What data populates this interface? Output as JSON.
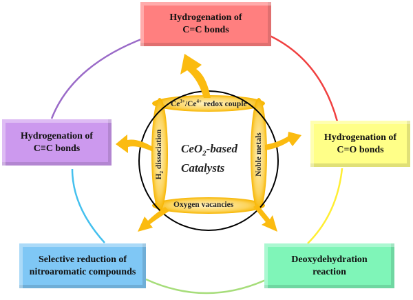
{
  "diagram": {
    "center": {
      "title_line1_prefix": "CeO",
      "title_line1_sub": "2",
      "title_line1_suffix": "-based",
      "title_line2": "Catalysts"
    },
    "inner_features": {
      "top_prefix": "Ce",
      "top_sup1": "3+",
      "top_mid": "/Ce",
      "top_sup2": "4+",
      "top_suffix": " redox couple",
      "right": "Noble metals",
      "bottom": "Oxygen vacancies",
      "left_prefix": "H",
      "left_sub": "2",
      "left_suffix": " dissociation"
    },
    "applications": [
      {
        "id": "cc-double",
        "line1": "Hydrogenation of",
        "line2": "C=C bonds",
        "color": "#ff7f7f"
      },
      {
        "id": "co-double",
        "line1": "Hydrogenation of",
        "line2": "C=O bonds",
        "color": "#ffff88"
      },
      {
        "id": "deoxydehydration",
        "line1": "Deoxydehydration",
        "line2": "reaction",
        "color": "#7ff5b8"
      },
      {
        "id": "nitroaromatic",
        "line1": "Selective reduction of",
        "line2": "nitroaromatic compounds",
        "color": "#7fc7f5"
      },
      {
        "id": "cc-triple",
        "line1": "Hydrogenation of",
        "line2": "C≡C bonds",
        "color": "#cc99ee"
      }
    ],
    "ring_colors": {
      "red_to_yellow": "#f04040",
      "yellow_to_green": "#ffee33",
      "green_to_blue": "#a6dd7a",
      "blue_to_purple": "#44c0ee",
      "purple_to_red": "#9a6ac8"
    },
    "arrow_color": "#fbbb10",
    "inner_circle_color": "#000000"
  }
}
